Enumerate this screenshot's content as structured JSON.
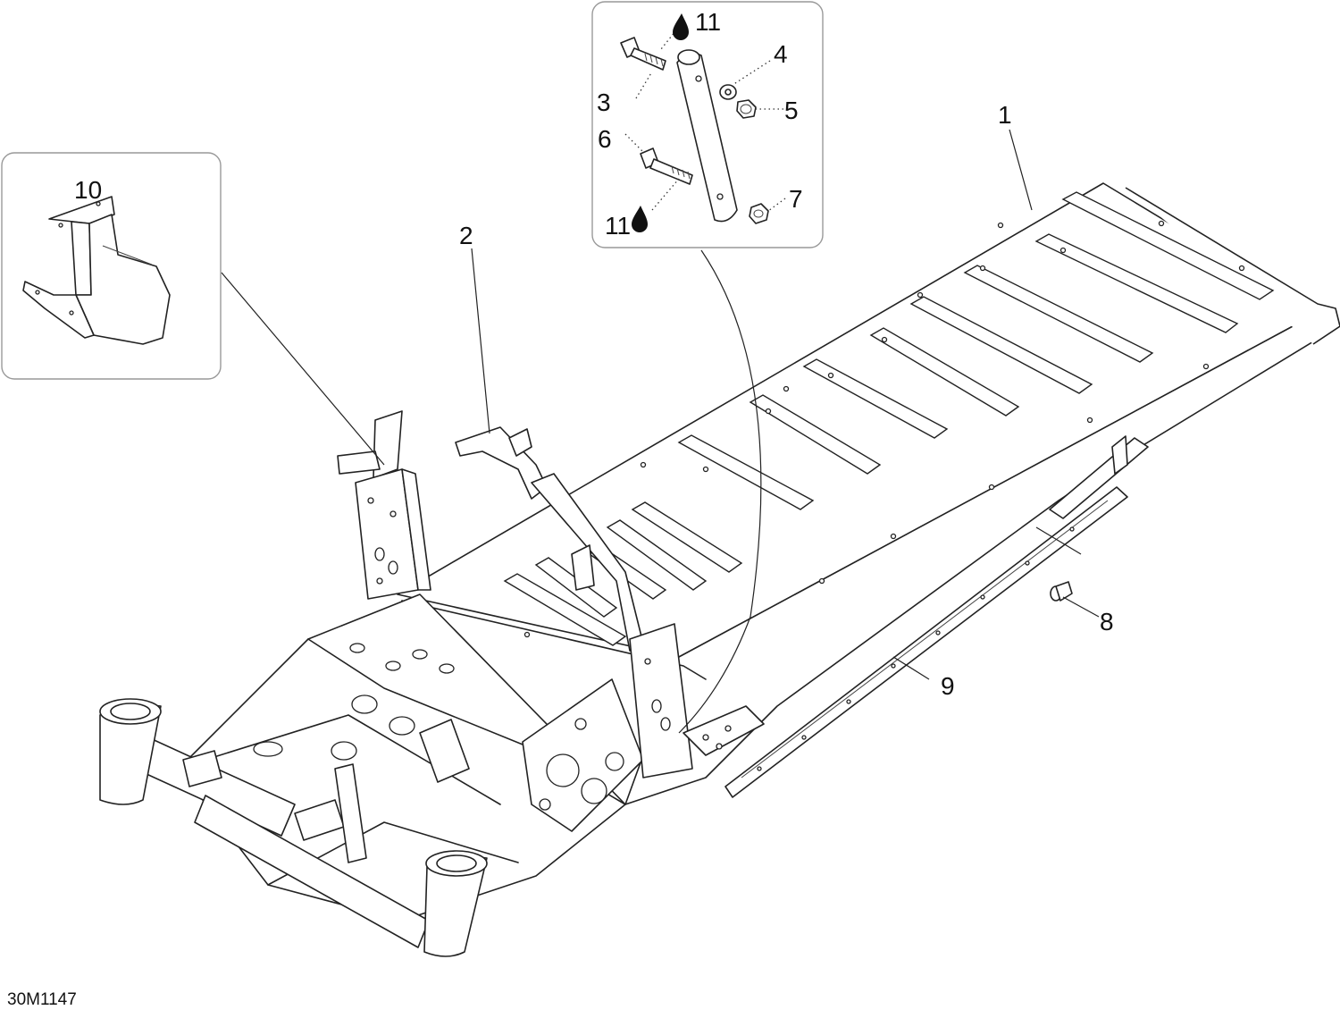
{
  "figure_code": "30M1147",
  "callouts": {
    "c1": "1",
    "c2": "2",
    "c3": "3",
    "c4": "4",
    "c5": "5",
    "c6": "6",
    "c7": "7",
    "c8": "8",
    "c9": "9",
    "c10": "10",
    "c11a": "11",
    "c11b": "11"
  },
  "icons": {
    "drop": "oil-drop-icon"
  },
  "colors": {
    "line": "#222222",
    "detail_box_border": "#999999"
  }
}
